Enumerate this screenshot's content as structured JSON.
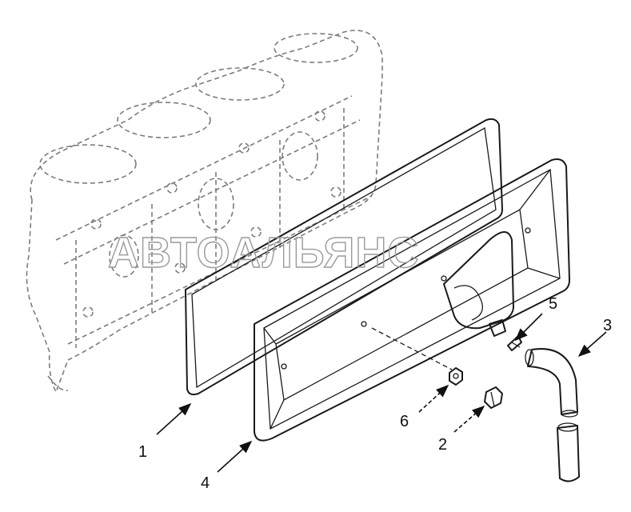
{
  "watermark": "АВТОАЛЬЯНС",
  "callouts": [
    {
      "id": "1",
      "label": "1"
    },
    {
      "id": "2",
      "label": "2"
    },
    {
      "id": "3",
      "label": "3"
    },
    {
      "id": "4",
      "label": "4"
    },
    {
      "id": "5",
      "label": "5"
    },
    {
      "id": "6",
      "label": "6"
    }
  ]
}
